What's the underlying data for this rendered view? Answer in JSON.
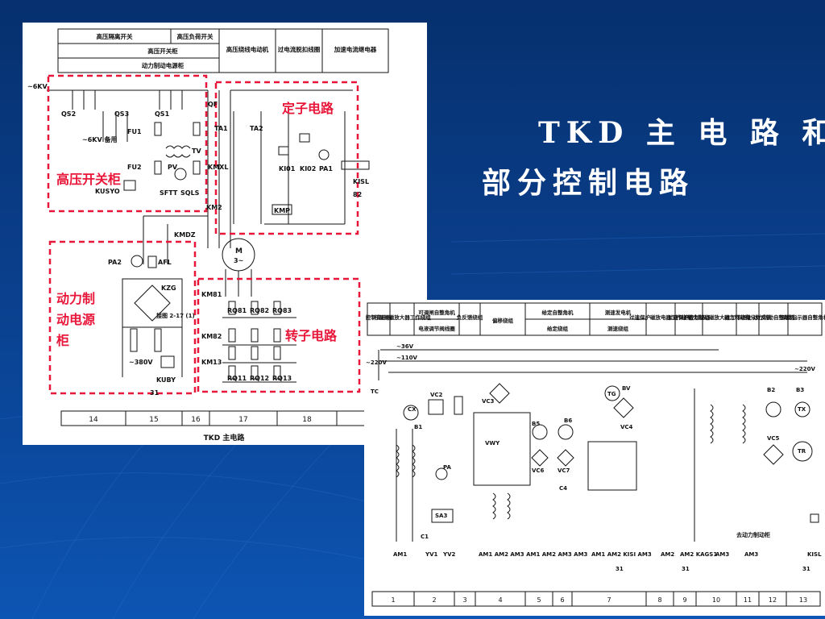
{
  "slide": {
    "title_line1": "TKD 主 电 路 和",
    "title_line2": "部分控制电路"
  },
  "main_circuit": {
    "caption": "TKD 主电路",
    "header_cells": {
      "hv_isolation_switch": "高压隔离开关",
      "hv_load_switch": "高压负荷开关",
      "hv_switch_cabinet": "高压开关柜",
      "power_brake_cabinet": "动力制动电源柜",
      "hv_wound_motor": "高压绕线电动机",
      "overcurrent_release_coil": "过电流脱扣线圈",
      "accel_current_relay": "加速电流继电器"
    },
    "region_labels": {
      "stator": "定子电路",
      "hv_cabinet": "高压开关柜",
      "brake_supply_line1": "动力制",
      "brake_supply_line2": "动电源",
      "brake_supply_line3": "柜",
      "rotor": "转子电路"
    },
    "component_labels": {
      "v6kv": "~6KV",
      "qs2": "QS2",
      "qs3": "QS3",
      "qs1": "QS1",
      "qf": "QF",
      "fu1": "FU1",
      "spare": "~6KV 备用",
      "tv": "TV",
      "fu2": "FU2",
      "pv": "PV",
      "kusyo": "KUSYO",
      "sftt": "SFTT",
      "sqls": "SQLS",
      "ta1": "TA1",
      "ta2": "TA2",
      "kmxl": "KMXL",
      "kl01": "KI01",
      "kl02": "KI02",
      "pa1": "PA1",
      "kisl": "KISL",
      "n82": "82",
      "km2": "KM2",
      "kmp": "KMP",
      "kmdz": "KMDZ",
      "pa2": "PA2",
      "afl": "AFL",
      "kzg": "KZG",
      "ref": "接图 2-17 (1)",
      "v380": "~380V",
      "kuby": "KUBY",
      "n31": "31",
      "motor": "M",
      "motor_phase": "3~",
      "km81": "KM81",
      "km82": "KM82",
      "km13": "KM13",
      "rq81": "RQ81",
      "rq82": "RQ82",
      "rq83": "RQ83",
      "rq11": "RQ11",
      "rq12": "RQ12",
      "rq13": "RQ13"
    },
    "bottom_cells": [
      "14",
      "15",
      "16",
      "17",
      "18"
    ]
  },
  "control_circuit": {
    "header_cells": [
      "控制变压器",
      "可调闸磁放大器工作绕组",
      "可调闸自整角机",
      "负反馈绕组",
      "偏移绕组",
      "给定自整角机",
      "测速发电机",
      "过速保护磁放电器工作绕组",
      "过速保护控制绕组",
      "动力制动磁放大器工作绕组",
      "动力制动微分负反馈",
      "动力制动自整角机",
      "深度指示器自整角机"
    ],
    "header_sub_cells": [
      "电液调节阀线圈",
      "给定绕组",
      "测速绕组"
    ],
    "component_labels": {
      "v36": "~36V",
      "v110": "~110V",
      "v220_left": "~220V",
      "v220_right": "~220V",
      "tc": "TC",
      "b1": "B1",
      "b2": "B2",
      "b3": "B3",
      "b5": "B5",
      "b6": "B6",
      "cx": "CX",
      "tx": "TX",
      "tr": "TR",
      "tg": "TG",
      "bv": "BV",
      "vc2": "VC2",
      "vc3": "VC3",
      "vc4": "VC4",
      "vc5": "VC5",
      "vc6": "VC6",
      "vc7": "VC7",
      "vwy": "VWY",
      "pa": "PA",
      "sa3": "SA3",
      "c1": "C1",
      "c4": "C4",
      "brake_cabinet_note": "去动力制动柜"
    },
    "bottom_signal_labels": [
      "AM1",
      "YV1",
      "YV2",
      "AM1 AM2 AM3 AM1 AM2 AM3 AM3",
      "AM1 AM2 KISI AM3",
      "AM2",
      "AM2 KAGS1",
      "AM3",
      "AM3",
      "KISL"
    ],
    "ref_31": [
      "31",
      "31",
      "31"
    ],
    "bottom_cells": [
      "1",
      "2",
      "3",
      "4",
      "5",
      "6",
      "7",
      "8",
      "9",
      "10",
      "11",
      "12",
      "13"
    ]
  }
}
